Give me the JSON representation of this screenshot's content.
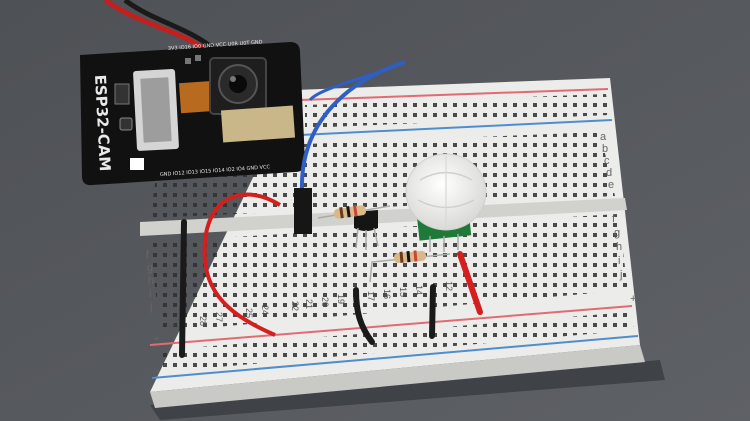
{
  "module": {
    "name": "ESP32-CAM",
    "top_pin_labels": "3V3 IO16 IO0 GND VCC U0R U0T GND",
    "bottom_pin_labels": "GND IO12 IO13 IO15 IO14 IO2 IO4 GND VCC"
  },
  "breadboard": {
    "row_letters_top": [
      "a",
      "b",
      "c",
      "d",
      "e"
    ],
    "row_letters_bottom": [
      "f",
      "g",
      "h",
      "i",
      "j"
    ],
    "column_numbers": [
      "30",
      "28",
      "27",
      "25",
      "24",
      "22",
      "21",
      "20",
      "19",
      "17",
      "16",
      "15",
      "14",
      "12"
    ],
    "rail_plus": "+",
    "rail_minus": "-"
  },
  "colors": {
    "background": "#55585c",
    "breadboard": "#ececea",
    "rail_red": "#e06b75",
    "rail_blue": "#4f8ecc",
    "wire_red": "#d3201f",
    "wire_blue": "#2f5fc4",
    "wire_black": "#1a1a1a",
    "pcb": "#111111",
    "pir_board": "#1f7a3a"
  }
}
